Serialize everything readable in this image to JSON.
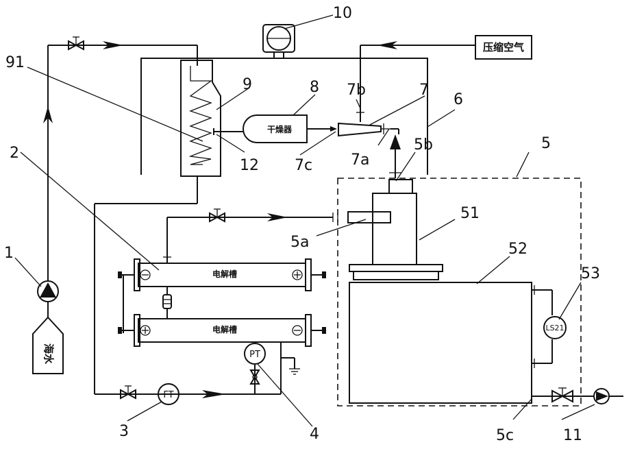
{
  "labels": {
    "n1": "1",
    "n2": "2",
    "n3": "3",
    "n4": "4",
    "n5": "5",
    "n51": "51",
    "n52": "52",
    "n53": "53",
    "n5a": "5a",
    "n5b": "5b",
    "n5c": "5c",
    "n6": "6",
    "n7": "7",
    "n7a": "7a",
    "n7b": "7b",
    "n7c": "7c",
    "n8": "8",
    "n9": "9",
    "n91": "91",
    "n10": "10",
    "n11": "11",
    "n12": "12"
  },
  "text": {
    "seawater": "海水",
    "compressed_air": "压缩空气",
    "dryer": "干燥器",
    "electrolyzer_top": "电解槽",
    "electrolyzer_bottom": "电解槽",
    "ft": "FT",
    "pt": "PT",
    "ls": "LS21"
  },
  "icons": {
    "pump_1": "pump-icon",
    "pump_11": "pump-icon",
    "valve": "valve-icon",
    "ejector": "ejector-icon",
    "condenser": "coil-icon"
  }
}
